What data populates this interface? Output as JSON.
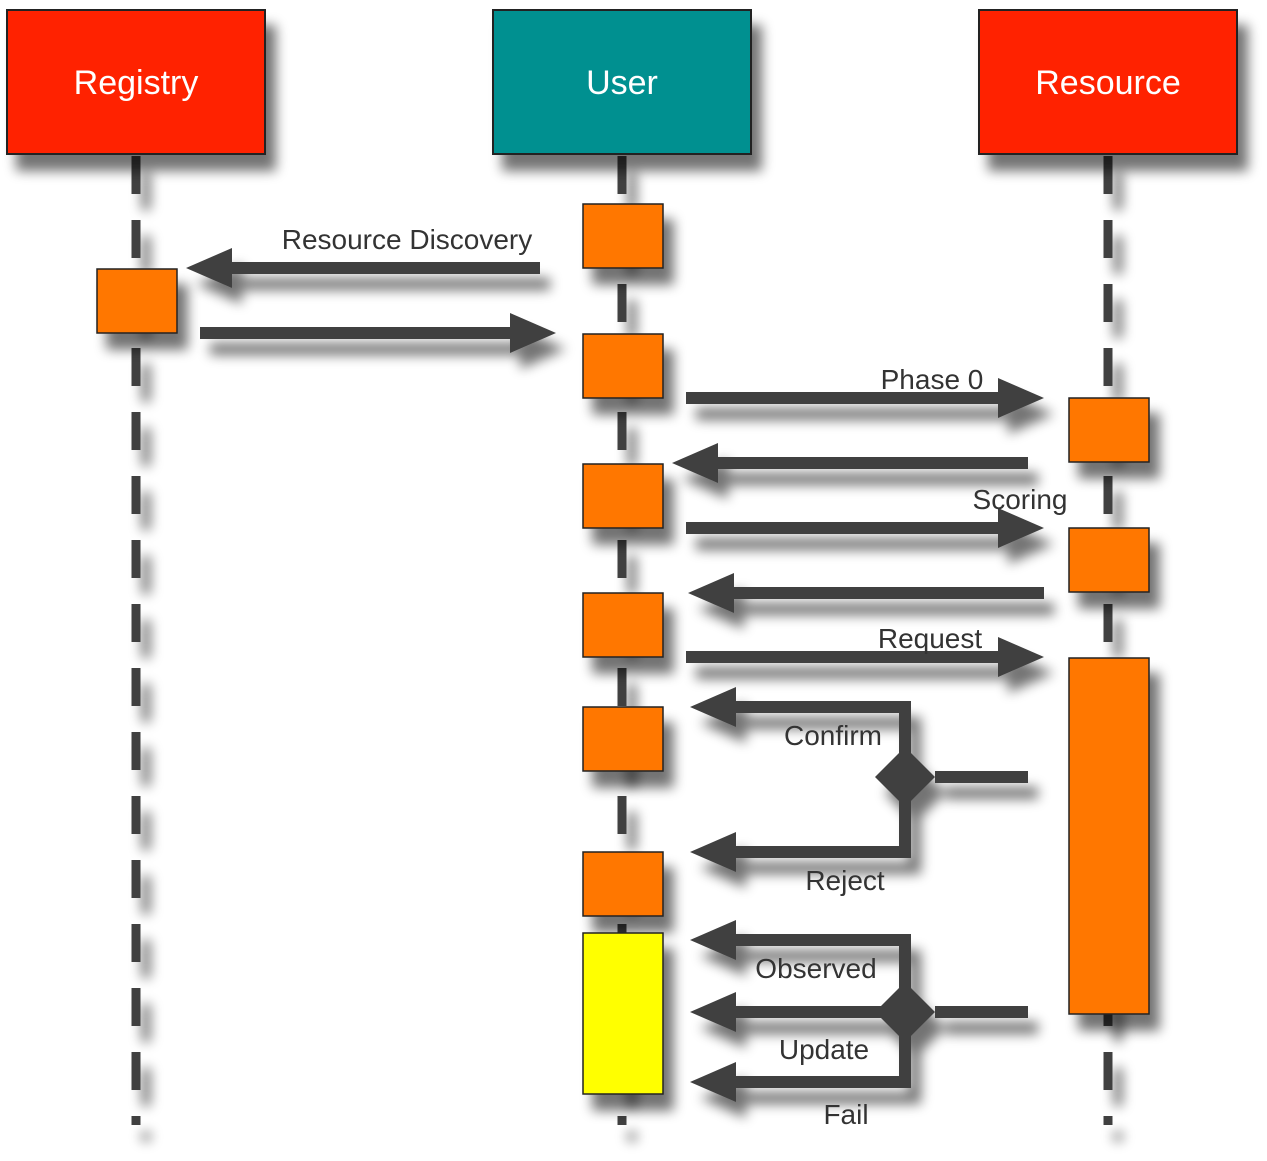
{
  "actors": [
    {
      "name": "Registry",
      "color": "#ff2200"
    },
    {
      "name": "User",
      "color": "#009090"
    },
    {
      "name": "Resource",
      "color": "#ff2200"
    }
  ],
  "messages": {
    "resource_discovery": "Resource Discovery",
    "phase_0": "Phase 0",
    "scoring": "Scoring",
    "request": "Request",
    "confirm": "Confirm",
    "reject": "Reject",
    "observed": "Observed",
    "update": "Update",
    "fail": "Fail"
  },
  "colors": {
    "activation": "#ff7700",
    "activation_highlight": "#ffff00",
    "arrow": "#404040",
    "lifeline": "#404040"
  }
}
